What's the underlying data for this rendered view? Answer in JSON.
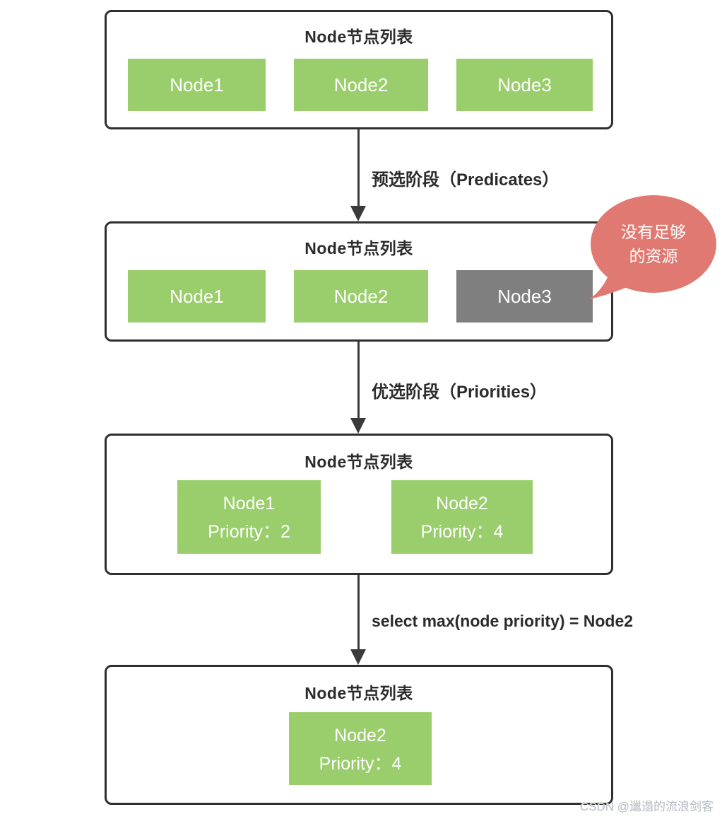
{
  "diagram": {
    "stages": [
      {
        "title": "Node节点列表",
        "nodes": [
          {
            "label": "Node1"
          },
          {
            "label": "Node2"
          },
          {
            "label": "Node3"
          }
        ]
      },
      {
        "title": "Node节点列表",
        "nodes": [
          {
            "label": "Node1"
          },
          {
            "label": "Node2"
          },
          {
            "label": "Node3",
            "state": "excluded"
          }
        ],
        "callout": {
          "line1": "没有足够",
          "line2": "的资源"
        }
      },
      {
        "title": "Node节点列表",
        "nodes": [
          {
            "label": "Node1",
            "priority": "Priority：2"
          },
          {
            "label": "Node2",
            "priority": "Priority：4"
          }
        ]
      },
      {
        "title": "Node节点列表",
        "nodes": [
          {
            "label": "Node2",
            "priority": "Priority：4"
          }
        ]
      }
    ],
    "arrows": [
      {
        "label": "预选阶段（Predicates）"
      },
      {
        "label": "优选阶段（Priorities）"
      },
      {
        "label": "select max(node priority) = Node2"
      }
    ]
  },
  "watermark": "CSDN @邋遢的流浪剑客",
  "colors": {
    "node_green": "#9ACD6B",
    "node_gray": "#7F7F7F",
    "callout_red": "#E07971",
    "box_border": "#2F2F2F",
    "arrow": "#3A3A3A",
    "text_dark": "#2B2B2B",
    "node_text": "#FFFFFF"
  }
}
